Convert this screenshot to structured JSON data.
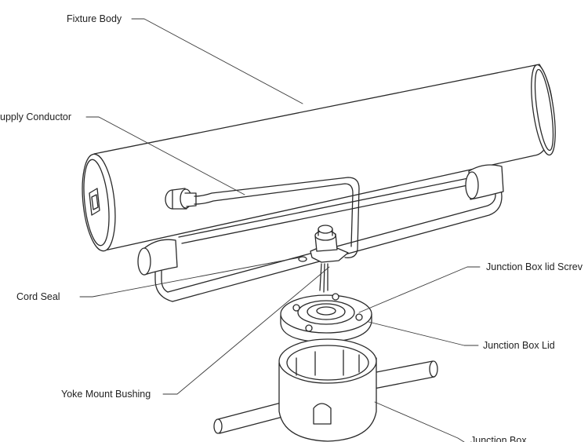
{
  "labels": {
    "fixture_body": "Fixture Body",
    "supply_conductor": "upply Conductor",
    "cord_seal": "Cord Seal",
    "yoke_mount_bushing": "Yoke Mount Bushing",
    "junction_box_lid_screw": "Junction Box lid Screv",
    "junction_box_lid": "Junction Box Lid",
    "junction_box": "Junction Box"
  },
  "colors": {
    "line": "#222222",
    "background": "#ffffff"
  }
}
